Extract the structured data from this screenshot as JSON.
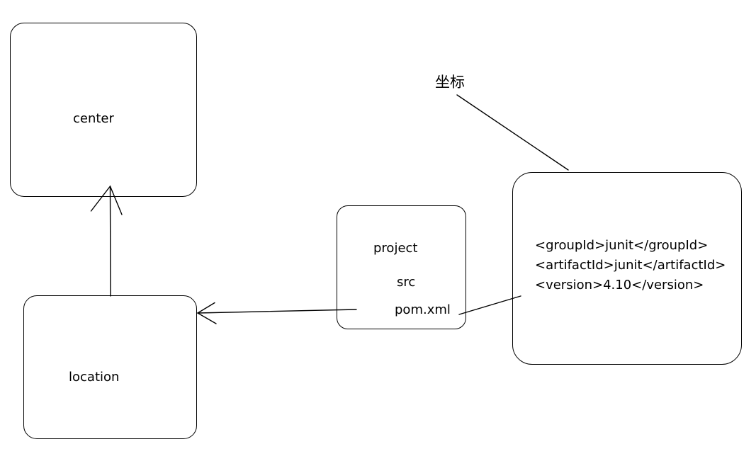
{
  "canvas": {
    "background": "#ffffff",
    "stroke_color": "#000000",
    "text_color": "#000000"
  },
  "nodes": {
    "center_box": {
      "label": "center"
    },
    "location_box": {
      "label": "location"
    },
    "project_box": {
      "title": "project",
      "child1": "src",
      "child2": "pom.xml"
    },
    "dependency_box": {
      "line1": "<groupId>junit</groupId>",
      "line2": "<artifactId>junit</artifactId>",
      "line3": "<version>4.10</version>"
    }
  },
  "annotation": {
    "label": "坐标"
  }
}
